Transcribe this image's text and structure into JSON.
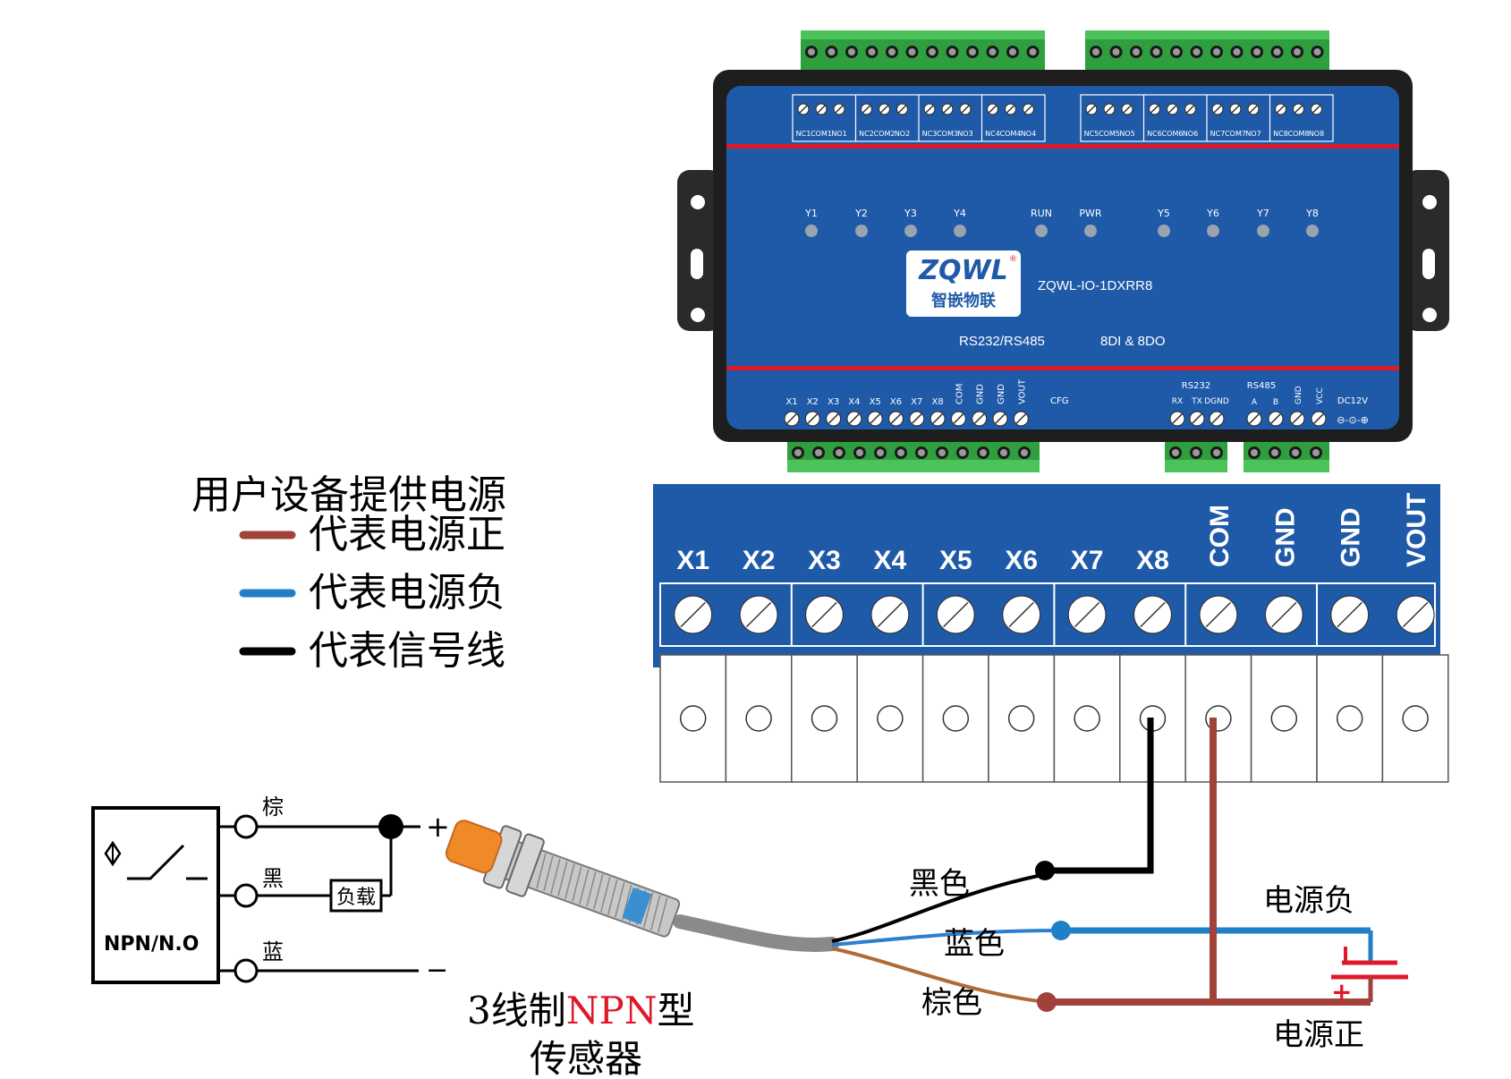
{
  "colors": {
    "positive": "#a0413a",
    "negative": "#1f7fc8",
    "signal": "#000000",
    "device_blue": "#1f5aa8",
    "accent_red": "#e0192a",
    "terminal_green": "#2e9e3e"
  },
  "legend": {
    "title": "用户设备提供电源",
    "items": [
      {
        "label": "代表电源正",
        "color_key": "positive"
      },
      {
        "label": "代表电源负",
        "color_key": "negative"
      },
      {
        "label": "代表信号线",
        "color_key": "signal"
      }
    ]
  },
  "device": {
    "model": "ZQWL-IO-1DXRR8",
    "brand_logo": "ZQWL",
    "brand_cn": "智嵌物联",
    "interface_label": "RS232/RS485",
    "io_label": "8DI & 8DO",
    "relay_group_1": [
      "NC1",
      "COM1",
      "NO1",
      "NC2",
      "COM2",
      "NO2",
      "NC3",
      "COM3",
      "NO3",
      "NC4",
      "COM4",
      "NO4"
    ],
    "relay_group_2": [
      "NC5",
      "COM5",
      "NO5",
      "NC6",
      "COM6",
      "NO6",
      "NC7",
      "COM7",
      "NO7",
      "NC8",
      "COM8",
      "NO8"
    ],
    "leds": [
      "Y1",
      "Y2",
      "Y3",
      "Y4",
      "RUN",
      "PWR",
      "Y5",
      "Y6",
      "Y7",
      "Y8"
    ],
    "inputs": [
      "X1",
      "X2",
      "X3",
      "X4",
      "X5",
      "X6",
      "X7",
      "X8",
      "COM",
      "GND",
      "GND",
      "VOUT"
    ],
    "cfg_label": "CFG",
    "rs232_title": "RS232",
    "rs232_pins": [
      "RX",
      "TX",
      "DGND"
    ],
    "rs485_title": "RS485",
    "rs485_pins": [
      "A",
      "B",
      "GND",
      "VCC"
    ],
    "dc_label": "DC12V",
    "dc_symbol": "⊖-⊙-⊕"
  },
  "terminal_zoom": {
    "labels": [
      "X1",
      "X2",
      "X3",
      "X4",
      "X5",
      "X6",
      "X7",
      "X8",
      "COM",
      "GND",
      "GND",
      "VOUT"
    ]
  },
  "sensor_schematic": {
    "type_label": "NPN/N.O",
    "wire_labels": [
      "棕",
      "黑",
      "蓝"
    ],
    "load_label": "负载",
    "plus": "+",
    "minus": "−"
  },
  "sensor": {
    "caption_prefix": "3线制",
    "caption_highlight": "NPN",
    "caption_suffix": "型",
    "caption_line2": "传感器"
  },
  "wires": {
    "black": "黑色",
    "blue": "蓝色",
    "brown": "棕色"
  },
  "power": {
    "negative_label": "电源负",
    "positive_label": "电源正",
    "plus_mark": "+"
  }
}
